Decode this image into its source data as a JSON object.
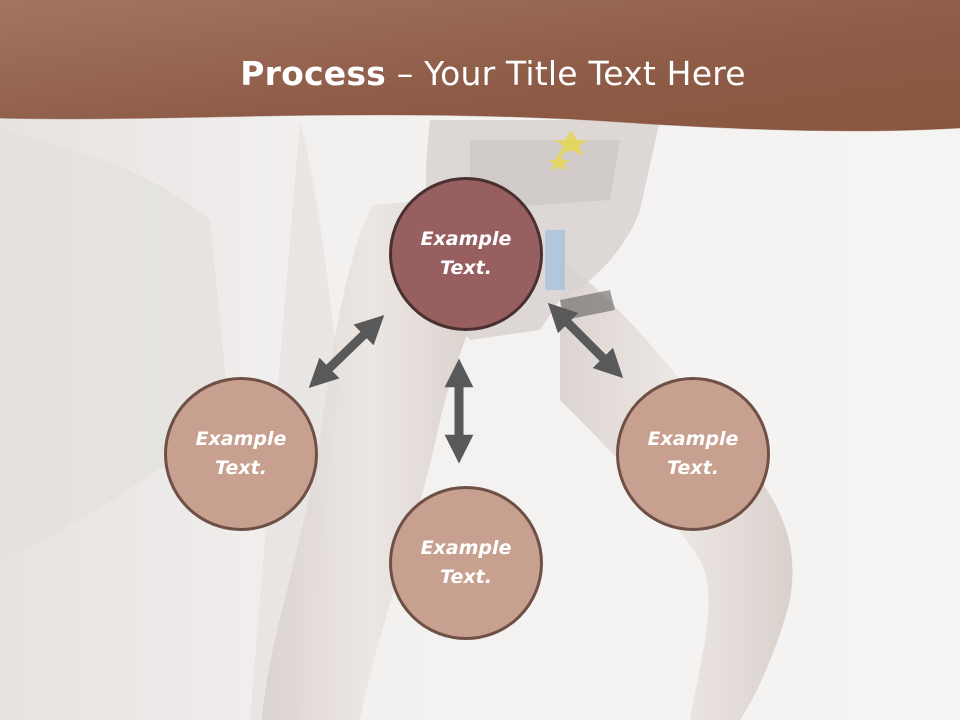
{
  "title": {
    "strong": "Process",
    "rest": " – Your Title Text Here"
  },
  "diagram": {
    "center": {
      "label": "Example\nText."
    },
    "left": {
      "label": "Example\nText."
    },
    "bottom": {
      "label": "Example\nText."
    },
    "right": {
      "label": "Example\nText."
    }
  },
  "colors": {
    "header_band": "#8f5c47",
    "center_node": "#975f5f",
    "outer_node": "#c7a08f",
    "node_border": "#6e5046",
    "arrow": "#595959"
  },
  "icons": {
    "arrows": "double-headed-arrow"
  }
}
